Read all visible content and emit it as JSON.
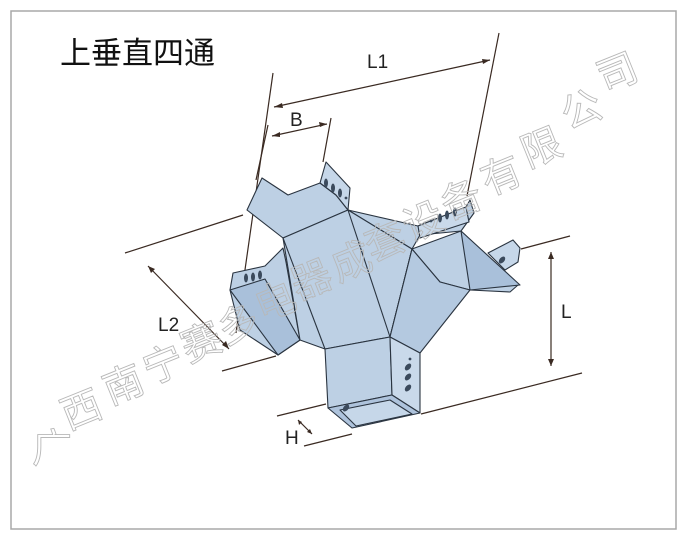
{
  "title": "上垂直四通",
  "dimensions": {
    "l1": "L1",
    "b": "B",
    "l2": "L2",
    "l": "L",
    "h": "H"
  },
  "watermark": "广西南宁赛多电器成套设备有限公司",
  "watermark_chars": [
    "广",
    "西",
    "南",
    "宁",
    "赛",
    "多",
    "电",
    "器",
    "成",
    "套",
    "设",
    "备",
    "有",
    "限",
    "公",
    "司"
  ],
  "colors": {
    "tray_fill": "#bdd0e4",
    "tray_fill_dark": "#a9c0da",
    "outline": "#2a3440",
    "dim_line": "#3a2a22",
    "border": "#a8a8a8"
  }
}
